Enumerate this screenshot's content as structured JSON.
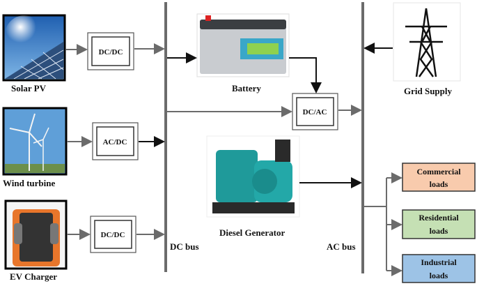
{
  "sources": {
    "solar": {
      "label": "Solar PV",
      "icon": "solar-panel-icon"
    },
    "wind": {
      "label": "Wind turbine",
      "icon": "wind-turbine-icon"
    },
    "ev": {
      "label": "EV Charger",
      "icon": "ev-charger-icon"
    }
  },
  "converters": {
    "solar": "DC/DC",
    "wind": "AC/DC",
    "ev": "DC/DC",
    "inverter": "DC/AC"
  },
  "buses": {
    "dc": "DC bus",
    "ac": "AC bus"
  },
  "battery": {
    "label": "Battery",
    "icon": "battery-icon"
  },
  "grid": {
    "label": "Grid Supply",
    "icon": "transmission-tower-icon"
  },
  "generator": {
    "label": "Diesel Generator",
    "icon": "diesel-generator-icon"
  },
  "loads": [
    {
      "line1": "Commercial",
      "line2": "loads",
      "color": "#f8cbad"
    },
    {
      "line1": "Residential",
      "line2": "loads",
      "color": "#c5e0b4"
    },
    {
      "line1": "Industrial",
      "line2": "loads",
      "color": "#9dc3e6"
    }
  ],
  "colors": {
    "bus": "#6b6b6b",
    "arrow_gray": "#6b6b6b",
    "arrow_black": "#111111"
  }
}
